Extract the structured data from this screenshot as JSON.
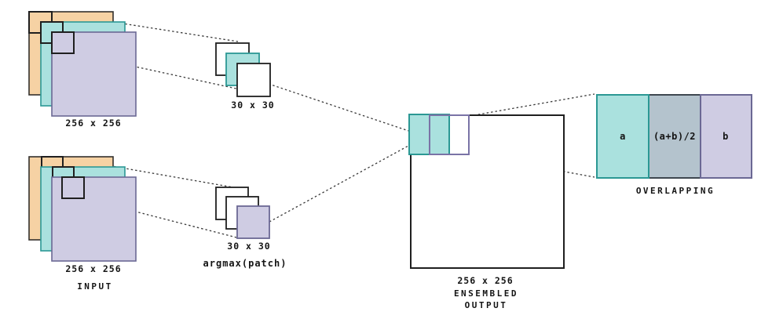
{
  "colors": {
    "background": "#ffffff",
    "orange_fill": "#f6d2a4",
    "orange_stroke": "#33302c",
    "teal_fill": "#aae1de",
    "teal_stroke": "#2b9894",
    "lavender_fill": "#cfcce3",
    "lavender_stroke": "#6b6894",
    "white_fill": "#ffffff",
    "dark_stroke": "#1f1f1f",
    "patch_outline": "#1f1f1f",
    "overlap_gray_fill": "#b4c3cd",
    "overlap_gray_stroke": "#3e4750",
    "overlap_purple_stroke": "#7a73a6",
    "dotted_line": "#3a3a3a",
    "text": "#141414"
  },
  "input_top": {
    "size_label": "256 x 256"
  },
  "input_bottom": {
    "size_label": "256 x 256",
    "caption": "INPUT"
  },
  "patch_stack_top": {
    "size_label": "30 x 30"
  },
  "patch_stack_bottom": {
    "size_label": "30 x 30",
    "caption": "argmax(patch)"
  },
  "output": {
    "size_label": "256 x 256",
    "caption_line1": "ENSEMBLED",
    "caption_line2": "OUTPUT"
  },
  "overlapping": {
    "left_label": "a",
    "middle_label": "(a+b)/2",
    "right_label": "b",
    "caption": "OVERLAPPING"
  }
}
